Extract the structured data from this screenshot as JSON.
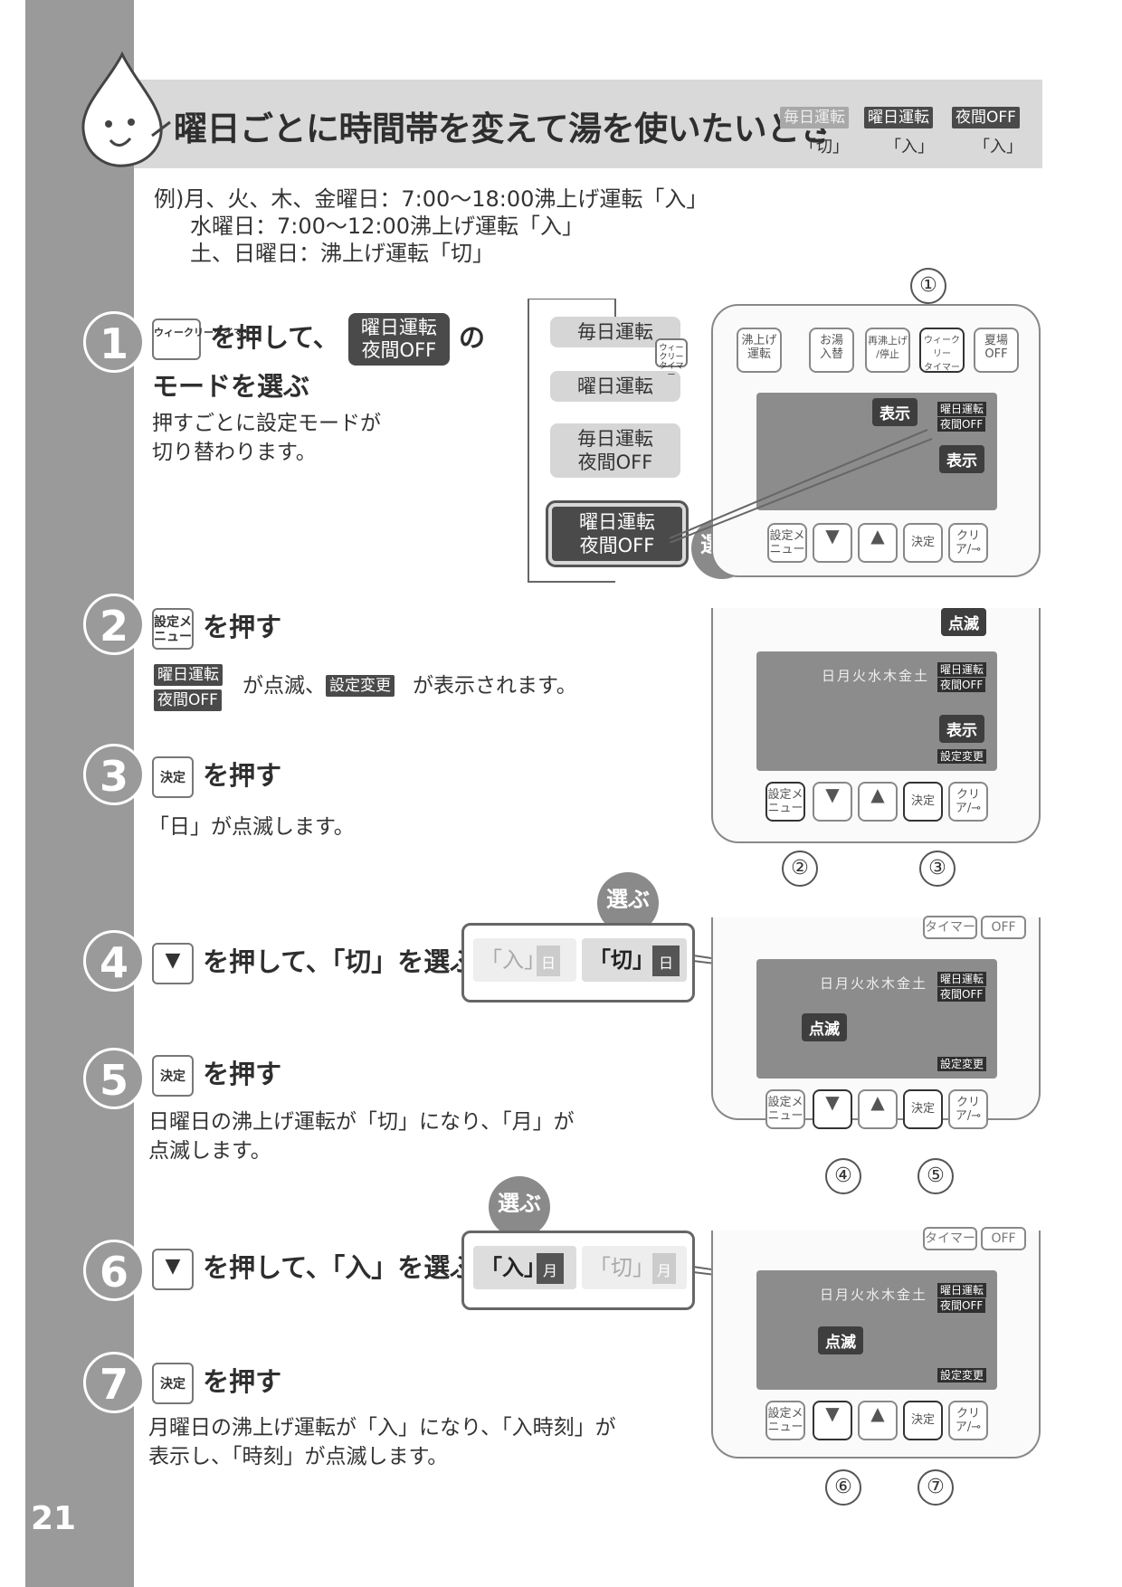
{
  "page_number": "21",
  "header": {
    "title": "曜日ごとに時間帯を変えて湯を使いたいとき",
    "badges": [
      {
        "label": "毎日運転",
        "state": "「切」"
      },
      {
        "label": "曜日運転",
        "state": "「入」"
      },
      {
        "label": "夜間OFF",
        "state": "「入」"
      }
    ]
  },
  "example": {
    "line1": "例)月、火、木、金曜日：7:00〜18:00沸上げ運転「入」",
    "line2": "水曜日：7:00〜12:00沸上げ運転「入」",
    "line3": "土、日曜日：沸上げ運転「切」"
  },
  "keys": {
    "weekly_timer": "ウィークリータイマー",
    "settings_menu": "設定メニュー",
    "decide": "決定",
    "down": "▼",
    "up": "▲",
    "clear": "クリア/⊸"
  },
  "steps": [
    {
      "num": "1",
      "pre": "",
      "mid": "を押して、",
      "pill": "曜日運転\n夜間OFF",
      "post": "の",
      "line2": "モードを選ぶ",
      "body": "押すごとに設定モードが\n切り替わります。"
    },
    {
      "num": "2",
      "heading": "を押す",
      "body_b1": "曜日運転",
      "body_b2": "夜間OFF",
      "body_t1": "が点滅、",
      "body_b3": "設定変更",
      "body_t2": "が表示されます。"
    },
    {
      "num": "3",
      "heading": "を押す",
      "body": "「日」が点滅します。"
    },
    {
      "num": "4",
      "heading": "を押して、「切」を選ぶ"
    },
    {
      "num": "5",
      "heading": "を押す",
      "body": "日曜日の沸上げ運転が「切」になり、「月」が\n点滅します。"
    },
    {
      "num": "6",
      "heading": "を押して、「入」を選ぶ"
    },
    {
      "num": "7",
      "heading": "を押す",
      "body": "月曜日の沸上げ運転が「入」になり、「入時刻」が\n表示し、「時刻」が点滅します。"
    }
  ],
  "mode_cycle": [
    "毎日運転",
    "曜日運転",
    "毎日運転\n夜間OFF",
    "曜日運転\n夜間OFF"
  ],
  "remote": {
    "buttons": [
      "沸上げ\n運転",
      "お湯\n入替",
      "再沸上げ\n/停止",
      "ウィークリー\nタイマー",
      "夏場\nOFF"
    ],
    "display_label": "表示",
    "lcd_mode": "曜日運転",
    "lcd_off": "夜間OFF",
    "lcd_change": "設定変更",
    "days": "日月火水木金土",
    "blink_label": "点滅",
    "select_label": "選ぶ",
    "partial_timer": "タイマー",
    "partial_off": "OFF"
  },
  "callouts": {
    "step4": {
      "opt1": "「入」",
      "opt1_day": "日",
      "opt2": "「切」",
      "opt2_day": "日"
    },
    "step6": {
      "opt1": "「入」",
      "opt1_day": "月",
      "opt2": "「切」",
      "opt2_day": "月"
    }
  },
  "finger_numbers": [
    "①",
    "②",
    "③",
    "④",
    "⑤",
    "⑥",
    "⑦"
  ]
}
